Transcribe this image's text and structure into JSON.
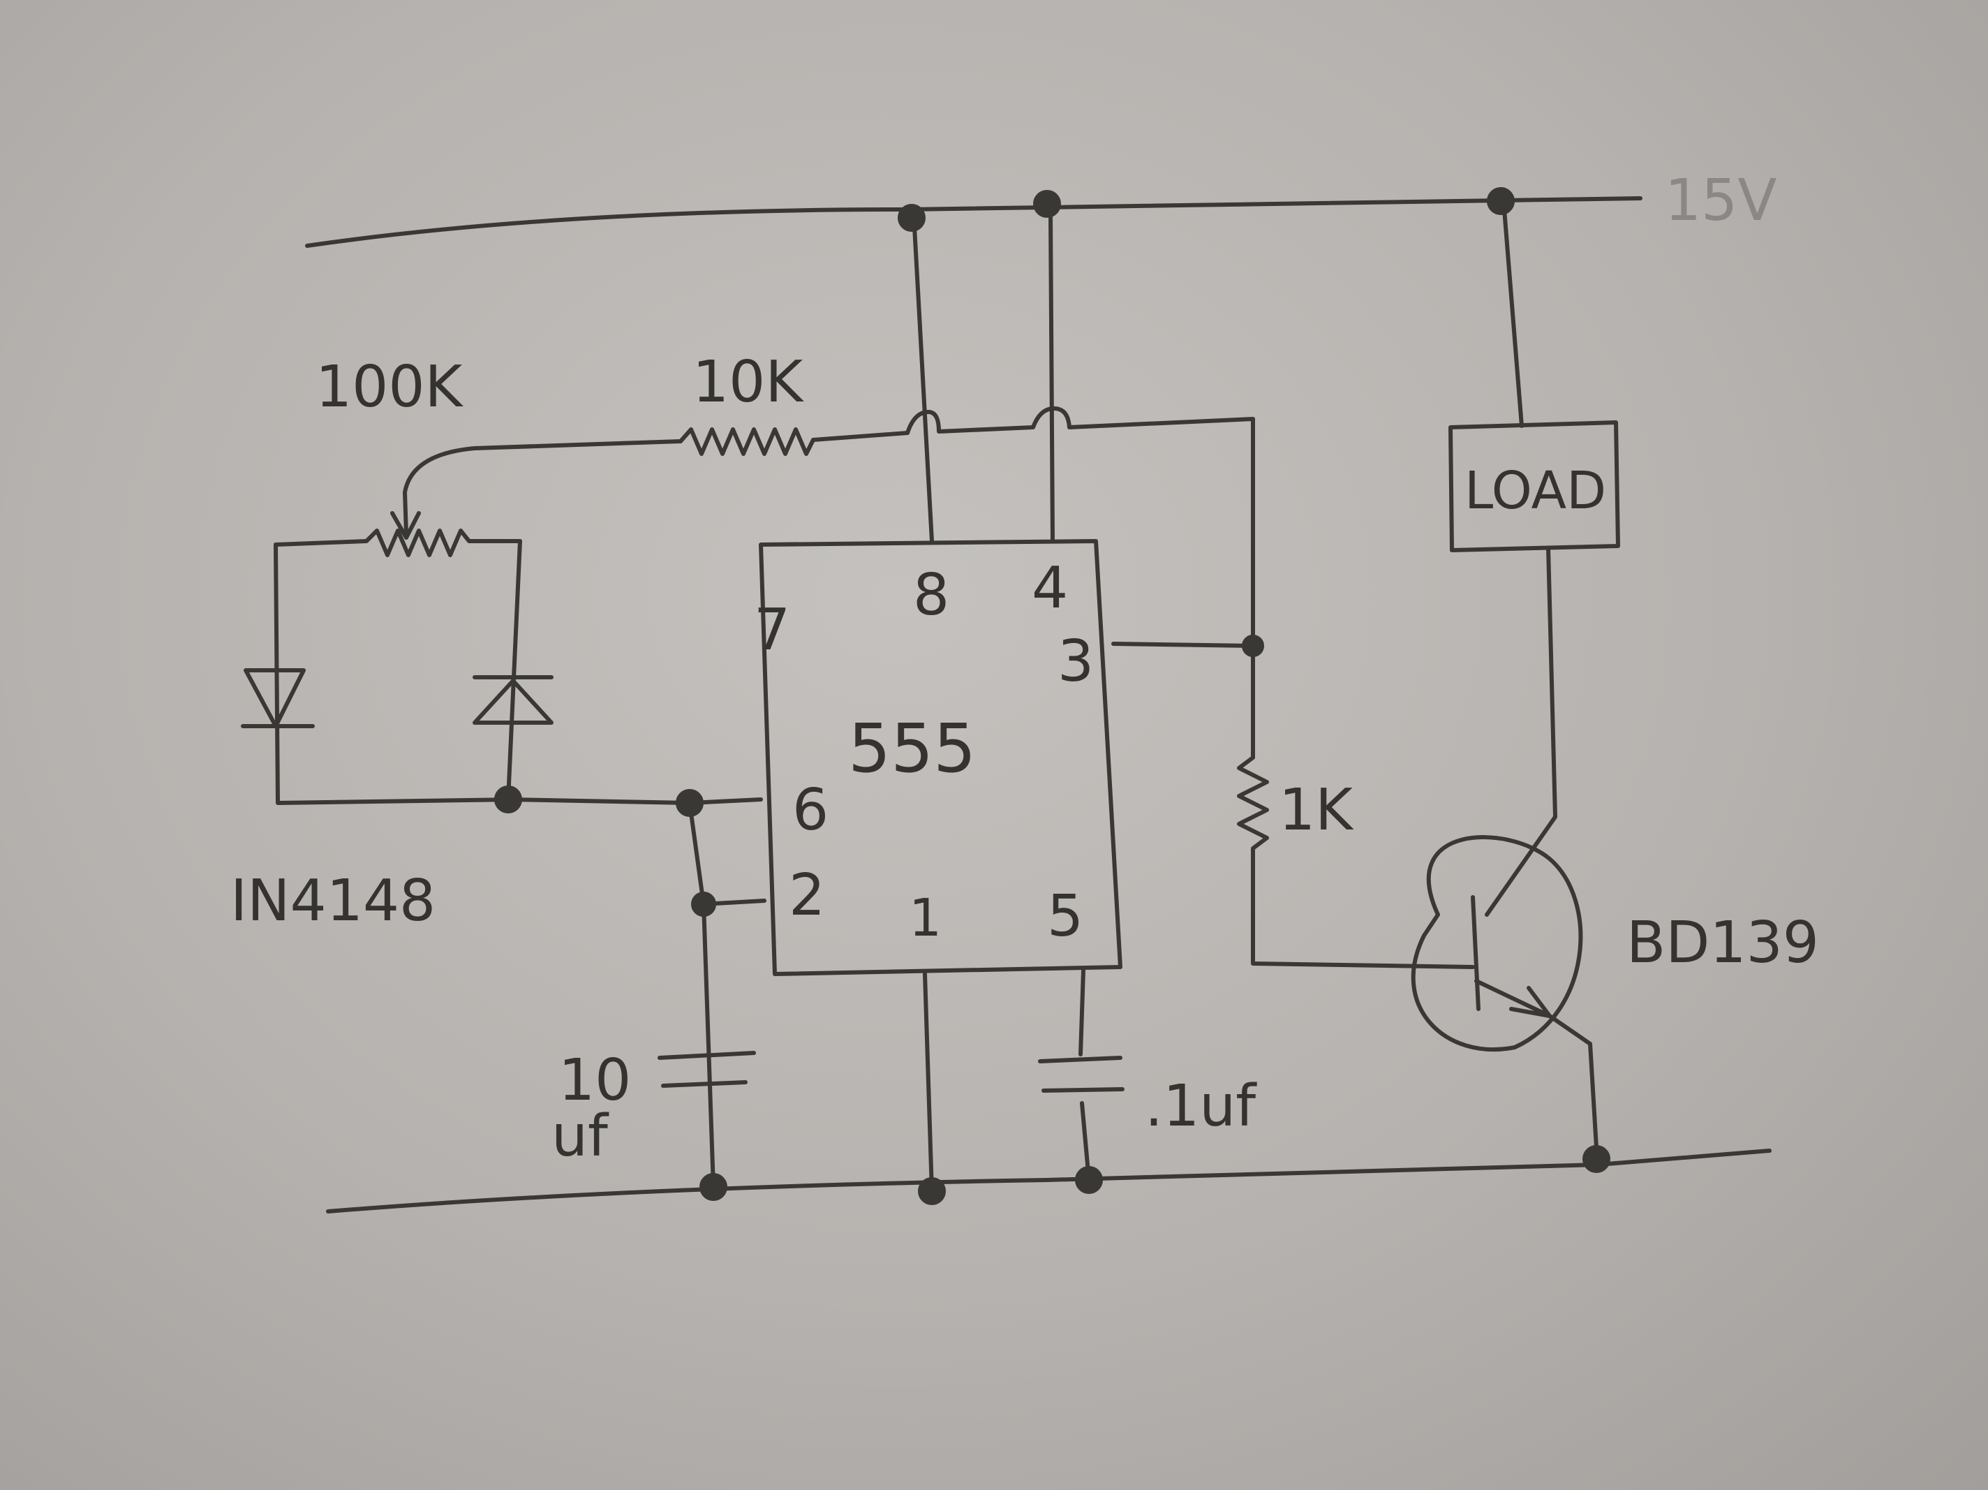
{
  "supply": {
    "voltage": "15V"
  },
  "ic": {
    "name": "555",
    "pins": {
      "p1": "1",
      "p2": "2",
      "p3": "3",
      "p4": "4",
      "p5": "5",
      "p6": "6",
      "p7": "7",
      "p8": "8"
    }
  },
  "components": {
    "pot": "100K",
    "r_series": "10K",
    "r_base": "1K",
    "diodes": "IN4148",
    "timing_cap_value": "10",
    "timing_cap_unit": "uf",
    "ctrl_cap": ".1uf",
    "load": "LOAD",
    "transistor": "BD139"
  }
}
